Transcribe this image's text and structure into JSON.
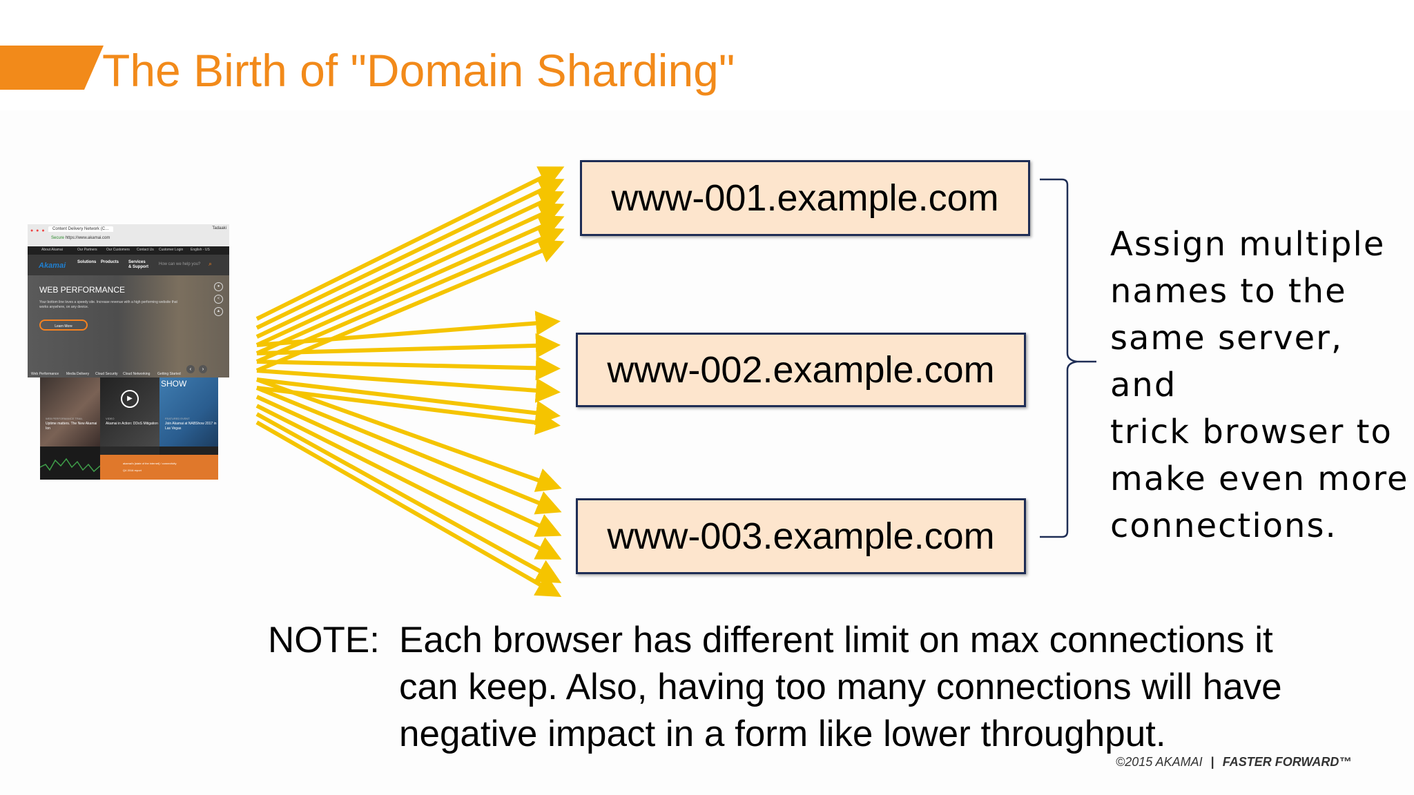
{
  "slide": {
    "title": "The Birth of \"Domain Sharding\"",
    "accent_color": "#f28a1a",
    "arrow_color": "#f5c400"
  },
  "thumbnail": {
    "tab": "Content Delivery Network (C…",
    "user": "Tadaaki",
    "url_secure": "Secure",
    "url": "https://www.akamai.com",
    "top_nav": [
      "About Akamai",
      "Our Partners",
      "Our Customers",
      "Contact Us",
      "Customer Login",
      "English - US"
    ],
    "logo": "Akamai",
    "nav": [
      "Solutions",
      "Products",
      "Services & Support"
    ],
    "search_placeholder": "How can we help you?",
    "hero_title": "WEB PERFORMANCE",
    "hero_text": "Your bottom line loves a speedy site. Increase revenue with a high performing website that works anywhere, on any device.",
    "learn_more": "Learn More",
    "hero_tabs": [
      "Web Performance",
      "Media Delivery",
      "Cloud Security",
      "Cloud Networking",
      "Getting Started"
    ],
    "tiles": [
      {
        "kicker": "WEB PERFORMANCE TRAIL",
        "text": "Uptime matters. The New Akamai Ion"
      },
      {
        "kicker": "VIDEO",
        "text": "Akamai in Action: DDoS Mitigation"
      },
      {
        "kicker": "FEATURED EVENT",
        "text": "Join Akamai at NABShow 2017 in Las Vegas"
      }
    ],
    "show_text": "SHOW",
    "soti_text": [
      "akamai's [state of the internet] / connectivity",
      "Q4 2016 report"
    ]
  },
  "domains": [
    "www-001.example.com",
    "www-002.example.com",
    "www-003.example.com"
  ],
  "description": [
    "Assign multiple",
    "names to the",
    "same server, and",
    "trick browser to",
    "make even more",
    "connections."
  ],
  "note": {
    "label": "NOTE:",
    "lines": [
      "Each browser has different limit on max connections it",
      "can keep. Also, having too many connections will have",
      "negative impact in a form like lower throughput."
    ]
  },
  "footer": {
    "copyright": "©2015 AKAMAI",
    "separator": "|",
    "tagline": "FASTER FORWARD™"
  }
}
